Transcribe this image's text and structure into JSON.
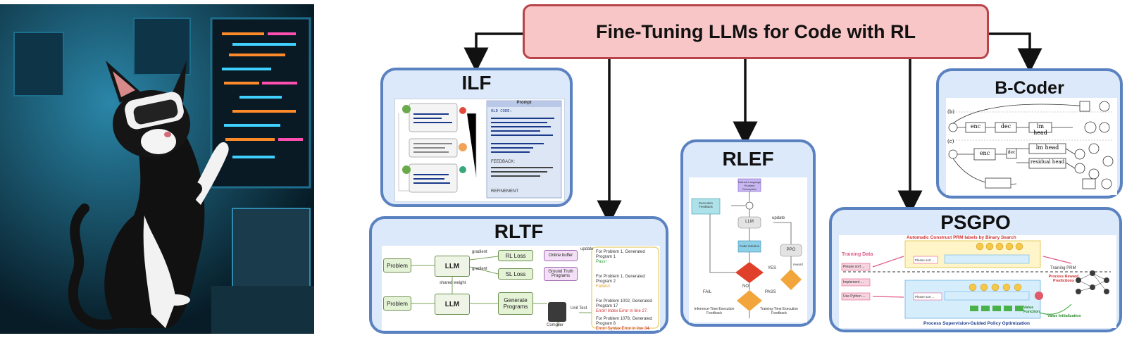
{
  "title": "Fine-Tuning LLMs for Code with RL",
  "colors": {
    "panel_fill": "#dce9fb",
    "panel_border": "#5b82c0",
    "title_fill": "#f8c6c6",
    "title_border": "#b8444a"
  },
  "panels": {
    "ilf": {
      "title": "ILF",
      "prompt_header": "Prompt",
      "old_code": "OLD CODE:",
      "feedback": "FEEDBACK:",
      "refinement": "REFINEMENT"
    },
    "rltf": {
      "title": "RLTF",
      "problem": "Problem",
      "llm": "LLM",
      "rl_loss": "RL Loss",
      "sl_loss": "SL Loss",
      "online_buffer": "Online buffer",
      "ground_truth": "Ground Truth Programs",
      "generate": "Generate Programs",
      "shared_weight": "shared weight",
      "gradient": "gradient",
      "compiler": "Compiler",
      "unit_test": "Unit Test",
      "update": "update",
      "results": [
        {
          "label": "For Problem 1, Generated Program 1",
          "status": "Pass!"
        },
        {
          "label": "For Problem 1, Generated Program 2",
          "status": "Failure!"
        },
        {
          "label": "For Problem 1002, Generated Program 17",
          "status": "Error! Index Error in line 27."
        },
        {
          "label": "For Problem 1078, Generated Program 8",
          "status": "Error! Syntax Error in line 34."
        }
      ]
    },
    "rlef": {
      "title": "RLEF",
      "nl_problem": "Natural Language Problem Description",
      "llm": "LLM",
      "code_solution": "Code Solution",
      "ppo": "PPO",
      "exec_feedback": "Execution Feedback",
      "update": "update",
      "yes": "YES",
      "no": "NO",
      "pass": "PASS",
      "fail": "FAIL",
      "reward": "reward",
      "inference_label": "Inference-Time Execution Feedback",
      "training_label": "Training-Time Execution Feedback"
    },
    "bcoder": {
      "title": "B-Coder",
      "label_b": "(b)",
      "label_c": "(c)",
      "enc": "enc",
      "dec": "dec",
      "lm_head": "lm head",
      "residual_head": "residual head"
    },
    "psgpo": {
      "title": "PSGPO",
      "auto_title": "Automatic Construct PRM labels by Binary Search",
      "training_data": "Training Data",
      "training_prm": "Training PRM",
      "process_reward": "Process Reward Predictions",
      "value_function": "Value Function",
      "value_init": "Value Initialization",
      "bottom_title": "Process Supervision-Guided Policy Optimization",
      "inputs": [
        "Please sort ...",
        "Implement ...",
        "Use Python ..."
      ]
    }
  }
}
